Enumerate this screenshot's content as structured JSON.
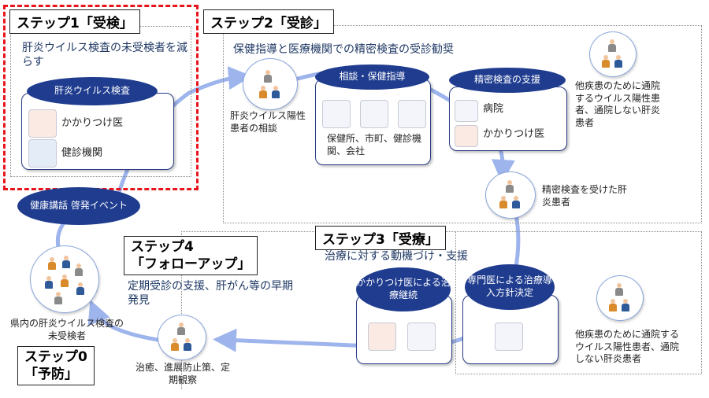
{
  "steps": {
    "step1": {
      "title": "ステップ1「受検」",
      "desc": "肝炎ウイルス検査の未受検者を減らす",
      "pill": "肝炎ウイルス検査",
      "items": [
        "かかりつけ医",
        "健診機関"
      ]
    },
    "step2": {
      "title": "ステップ2「受診」",
      "desc": "保健指導と医療機関での精密検査の受診勧奨",
      "consult_pill": "相談・保健指導",
      "consult_text": "保健所、市町、健診機関、会社",
      "exam_pill": "精密検査の支援",
      "exam_items": [
        "病院",
        "かかりつけ医"
      ]
    },
    "step3": {
      "title": "ステップ3「受療」",
      "desc": "治療に対する動機づけ・支援",
      "pill_a": "かかりつけ医による治療継続",
      "pill_b": "専門医による治療導入方針決定"
    },
    "step4": {
      "title_line1": "ステップ4",
      "title_line2": "「フォローアップ」",
      "desc": "定期受診の支援、肝がん等の早期発見"
    },
    "step0": {
      "title_line1": "ステップ0",
      "title_line2": "「予防」"
    }
  },
  "nodes": {
    "positive_consult": "肝炎ウイルス陽性患者の相談",
    "exam_done": "精密検査を受けた肝炎患者",
    "other_disease_1": "他疾患のために通院するウイルス陽性患者、通院しない肝炎患者",
    "other_disease_2": "他疾患のために通院するウイルス陽性患者、通院しない肝炎患者",
    "untested": "県内の肝炎ウイルス検査の未受検者",
    "followup": "治癒、進展防止策、定期観察",
    "event_pill": "健康講話 啓発イベント"
  },
  "icons": [
    "clinic-icon",
    "hospital-icon",
    "nurse-icon",
    "doctor-icon",
    "patient-icon",
    "building-icon"
  ],
  "colors": {
    "navy": "#1f3c8f",
    "arrow": "#9db4ec",
    "red": "#e8141b"
  }
}
